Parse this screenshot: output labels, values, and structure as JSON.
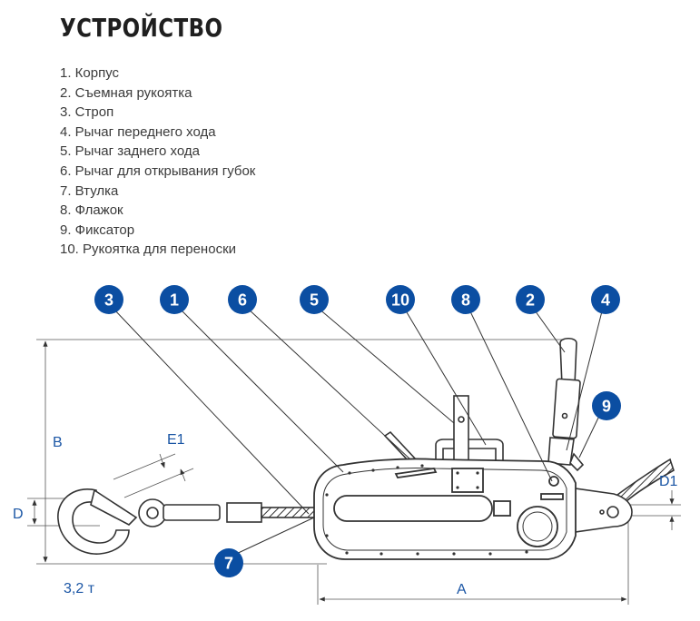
{
  "title": "УСТРОЙСТВО",
  "parts": [
    "1. Корпус",
    "2. Съемная рукоятка",
    "3. Строп",
    "4. Рычаг переднего хода",
    "5. Рычаг заднего хода",
    "6. Рычаг для открывания губок",
    "7. Втулка",
    "8. Флажок",
    "9. Фиксатор",
    "10. Рукоятка для переноски"
  ],
  "badges": [
    "3",
    "1",
    "6",
    "5",
    "10",
    "8",
    "2",
    "4",
    "9",
    "7"
  ],
  "dimensions": {
    "B": "B",
    "D": "D",
    "E1": "E1",
    "D1": "D1",
    "A": "A",
    "capacity": "3,2 т"
  },
  "colors": {
    "badge": "#0b4ea2",
    "dimension": "#1b56a5",
    "line": "#333333"
  }
}
